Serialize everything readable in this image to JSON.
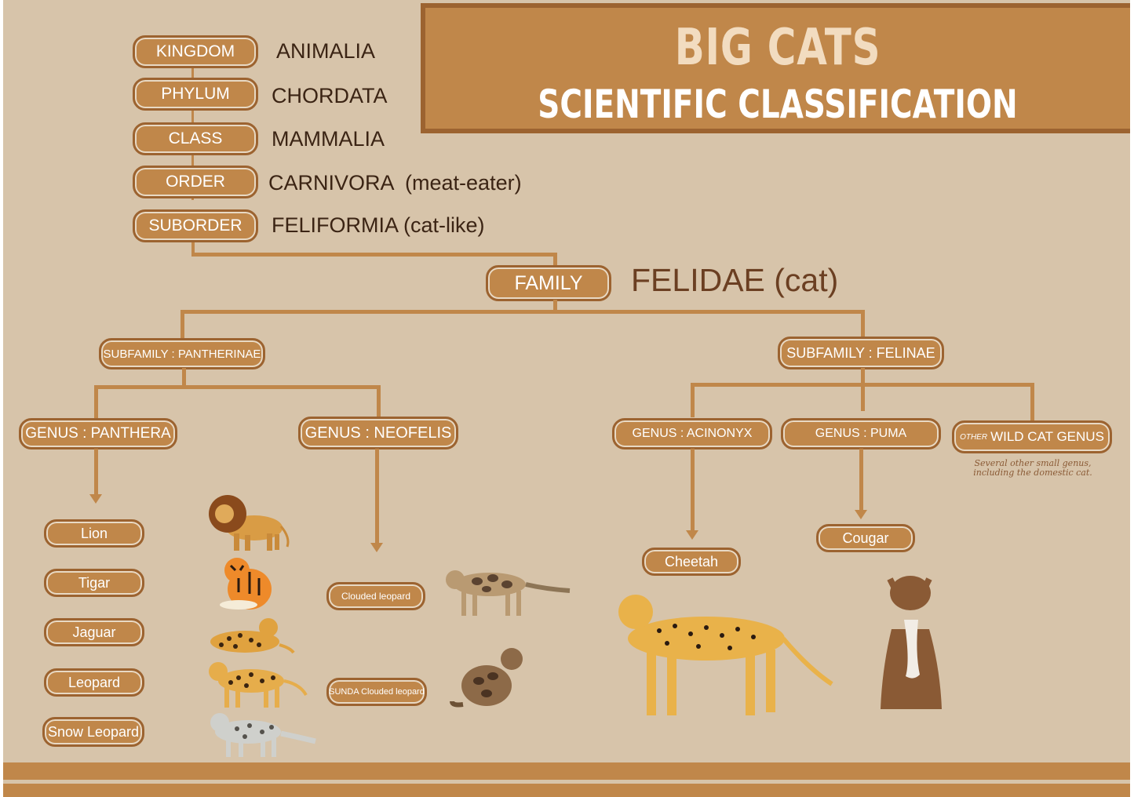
{
  "title": {
    "main": "BIG CATS",
    "sub": "SCIENTIFIC CLASSIFICATION"
  },
  "ranks": [
    {
      "rank": "KINGDOM",
      "value": "ANIMALIA"
    },
    {
      "rank": "PHYLUM",
      "value": "CHORDATA"
    },
    {
      "rank": "CLASS",
      "value": "MAMMALIA"
    },
    {
      "rank": "ORDER",
      "value": "CARNIVORA  (meat-eater)"
    },
    {
      "rank": "SUBORDER",
      "value": "FELIFORMIA (cat-like)"
    }
  ],
  "family": {
    "rank": "FAMILY",
    "value": "FELIDAE (cat)"
  },
  "subfamilies": {
    "pantherinae": "SUBFAMILY : PANTHERINAE",
    "felinae": "SUBFAMILY : FELINAE"
  },
  "genera": {
    "panthera": "GENUS : PANTHERA",
    "neofelis": "GENUS : NEOFELIS",
    "acinonyx": "GENUS : ACINONYX",
    "puma": "GENUS : PUMA",
    "other_prefix": "OTHER",
    "other": "WILD CAT GENUS"
  },
  "other_note": "Several other small genus, including the domestic cat.",
  "species": {
    "panthera": [
      "Lion",
      "Tigar",
      "Jaguar",
      "Leopard",
      "Snow Leopard"
    ],
    "neofelis": [
      "Clouded leopard",
      "SUNDA Clouded leopard"
    ],
    "acinonyx": "Cheetah",
    "puma": "Cougar"
  },
  "colors": {
    "background": "#d7c4aa",
    "accent": "#c0874a",
    "accent_dark": "#9c6330",
    "text_dark": "#3b2414",
    "title_light": "#f2dcc0"
  }
}
